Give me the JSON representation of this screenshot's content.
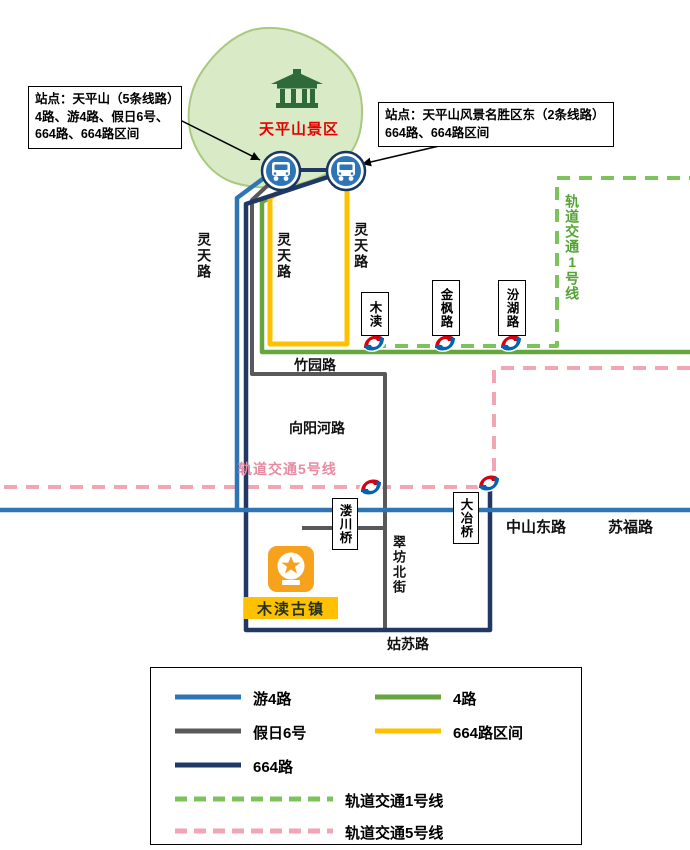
{
  "scenic_area": {
    "label": "天平山景区"
  },
  "callouts": {
    "left": "站点：天平山（5条线路）4路、游4路、假日6号、664路、664路区间",
    "right": "站点：天平山风景名胜区东（2条线路）664路、664路区间"
  },
  "roads": {
    "lingtian_left": "灵天路",
    "lingtian_mid": "灵天路",
    "lingtian_right": "灵天路",
    "zhuyuan": "竹园路",
    "xiangyanghe": "向阳河路",
    "zhongshan_east": "中山东路",
    "sufu": "苏福路",
    "cuifang_north": "翠坊北街",
    "gusu": "姑苏路"
  },
  "stations": {
    "mudu": "木渎",
    "jinfeng_road": "金枫路",
    "fenhu_road": "汾湖路",
    "louchuan_bridge": "溇川桥",
    "daye_bridge": "大冶桥"
  },
  "rail": {
    "line1_label": "轨道交通1号线",
    "line5_label": "轨道交通5号线"
  },
  "landmark": {
    "label": "木渎古镇"
  },
  "legend": {
    "items": [
      {
        "label": "游4路",
        "color": "#2E75B6",
        "style": "solid"
      },
      {
        "label": "4路",
        "color": "#66A63F",
        "style": "solid"
      },
      {
        "label": "假日6号",
        "color": "#595959",
        "style": "solid"
      },
      {
        "label": "664路区间",
        "color": "#FFC000",
        "style": "solid"
      },
      {
        "label": "664路",
        "color": "#1F3864",
        "style": "solid"
      },
      {
        "label": "轨道交通1号线",
        "color": "#7DC35B",
        "style": "dashed"
      },
      {
        "label": "轨道交通5号线",
        "color": "#F2A6B4",
        "style": "dashed"
      }
    ]
  },
  "colors": {
    "route_you4": "#2E75B6",
    "route_4": "#66A63F",
    "route_jiari6": "#595959",
    "route_664_branch": "#FFC000",
    "route_664": "#1F3864",
    "rail_line1": "#7DC35B",
    "rail_line5": "#F2A6B4",
    "scenic_fill": "#D8EAC6",
    "scenic_stroke": "#A9C97E",
    "temple_green": "#2F6B3A",
    "scenic_label_red": "#E60000",
    "bus_icon_blue": "#2E75B6",
    "bus_icon_border": "#17375E",
    "landmark_orange": "#F6A21D",
    "banner_yellow": "#FFC000",
    "metro_red": "#D7000F",
    "metro_blue": "#0064B0"
  }
}
